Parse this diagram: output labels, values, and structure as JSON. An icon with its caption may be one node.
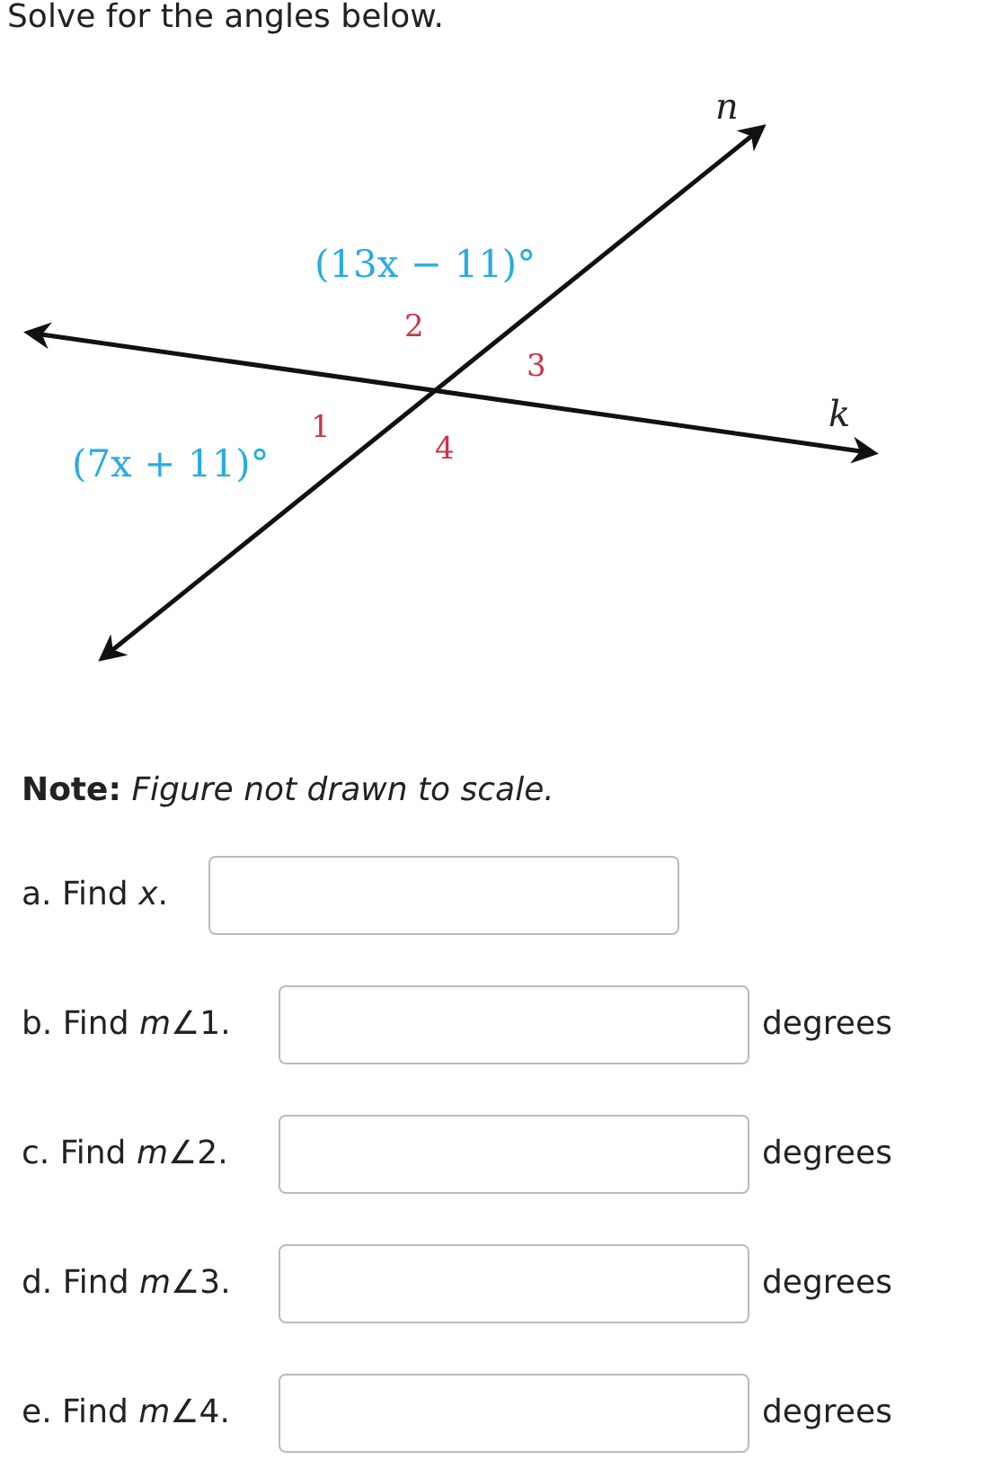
{
  "diagram": {
    "title": "Solve for the angles below.",
    "labels": [
      "n",
      "(13x − 11)°",
      "2",
      "3",
      "k",
      "1",
      "4",
      "(7x + 11)°",
      "**Note:** *Figure not drawn to scale.*",
      "a. Find *x*.",
      "b. Find *m*∠1.",
      "degrees",
      "c. Find *m*∠2.",
      "degrees",
      "d. Find *m*∠3.",
      "degrees",
      "e. Find *m*∠4.",
      "degrees"
    ]
  }
}
